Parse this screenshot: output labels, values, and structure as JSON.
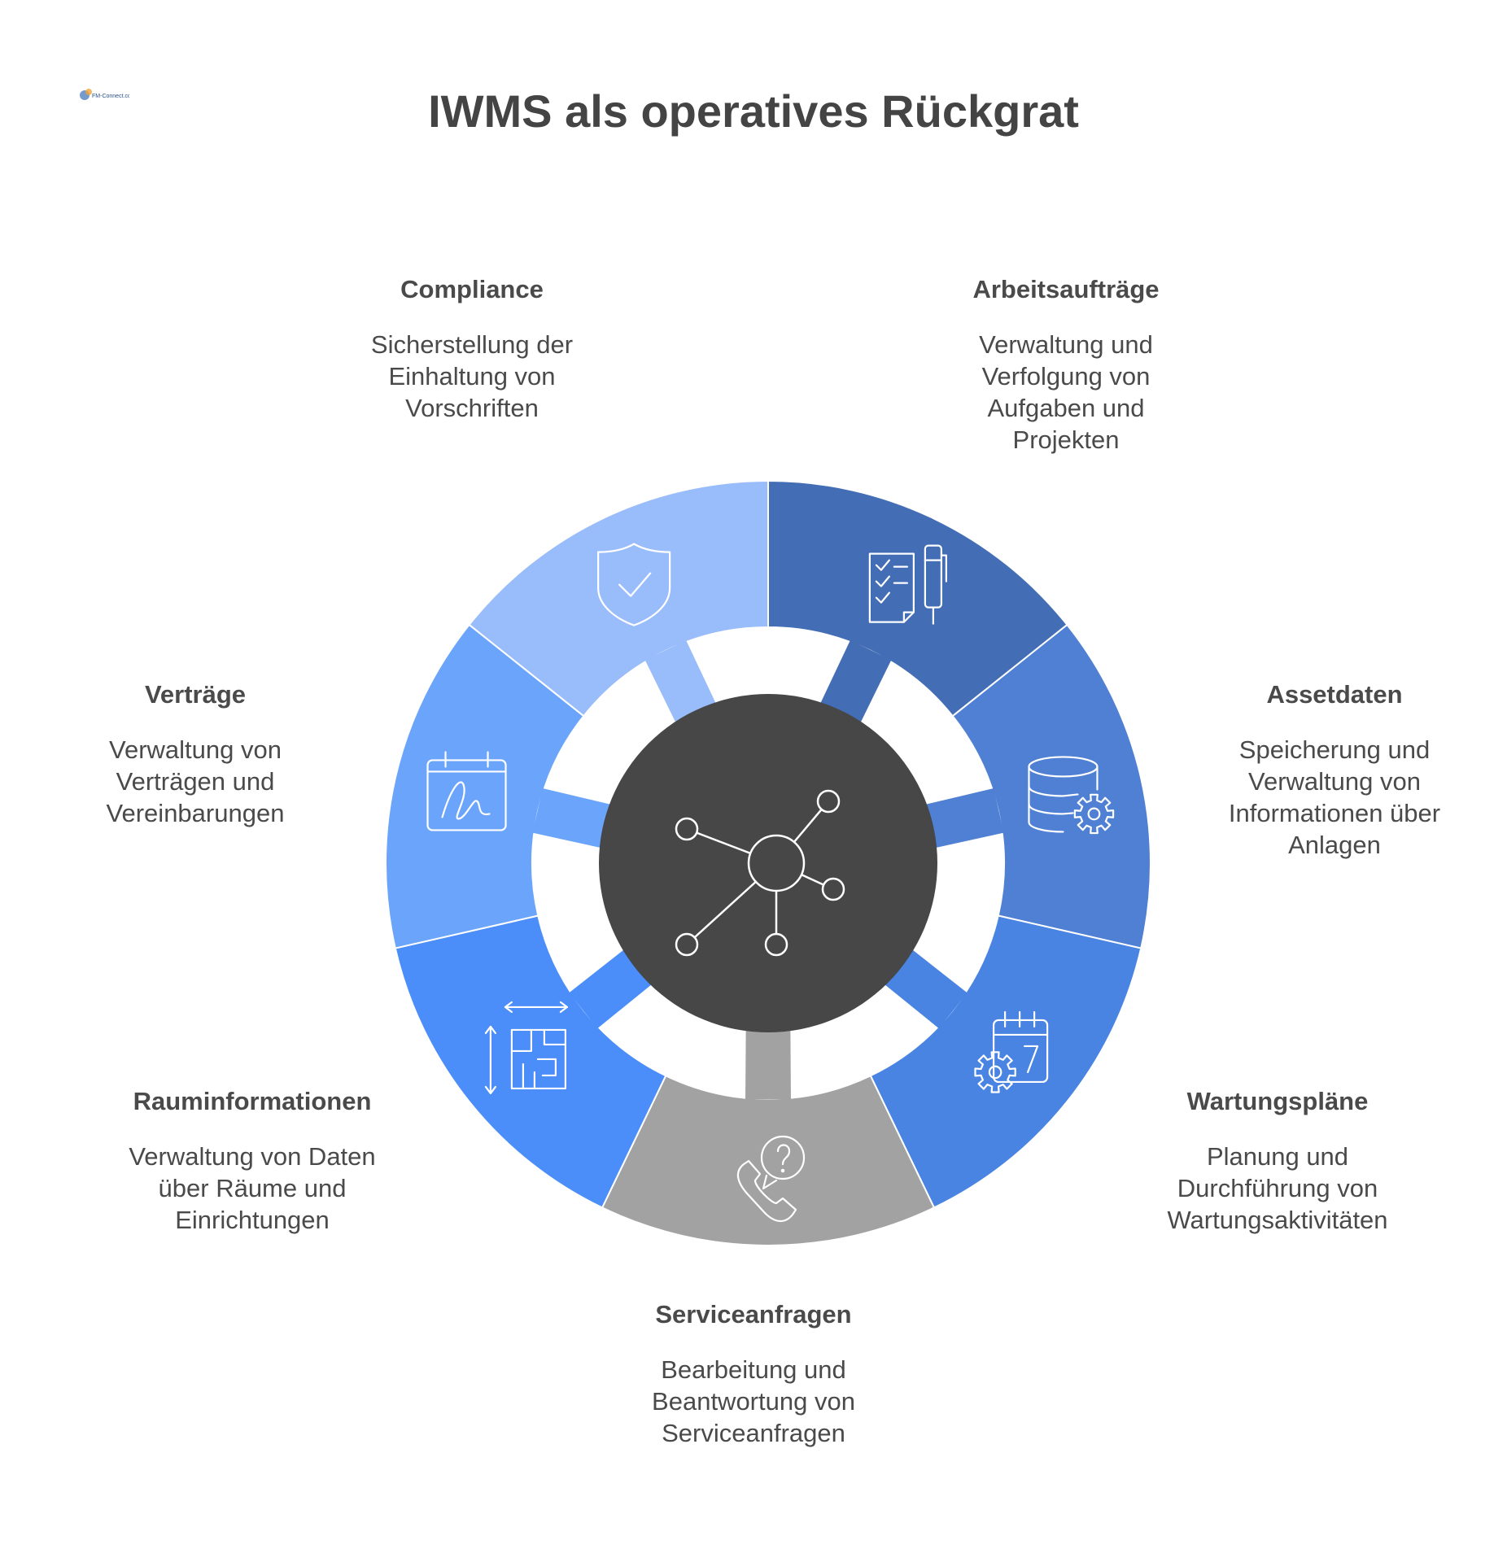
{
  "title": "IWMS als operatives Rückgrat",
  "logo_text": "FM-Connect.com",
  "center": {
    "icon": "network-hub-icon",
    "color": "#474747"
  },
  "segments": [
    {
      "key": "compliance",
      "label": "Compliance",
      "description": "Sicherstellung der\nEinhaltung von\nVorschriften",
      "icon": "shield-check-icon",
      "color": "#99BCFA"
    },
    {
      "key": "arbeitsauftraege",
      "label": "Arbeitsaufträge",
      "description": "Verwaltung und\nVerfolgung von\nAufgaben und\nProjekten",
      "icon": "checklist-pen-icon",
      "color": "#436EB6"
    },
    {
      "key": "assetdaten",
      "label": "Assetdaten",
      "description": "Speicherung und\nVerwaltung von\nInformationen über\nAnlagen",
      "icon": "database-gear-icon",
      "color": "#4F80D3"
    },
    {
      "key": "wartungsplaene",
      "label": "Wartungspläne",
      "description": "Planung und\nDurchführung von\nWartungsaktivitäten",
      "icon": "calendar-gear-icon",
      "color": "#4A84E3"
    },
    {
      "key": "serviceanfragen",
      "label": "Serviceanfragen",
      "description": "Bearbeitung und\nBeantwortung von\nServiceanfragen",
      "icon": "phone-question-icon",
      "color": "#A2A2A2"
    },
    {
      "key": "rauminformationen",
      "label": "Rauminformationen",
      "description": "Verwaltung von Daten\nüber Räume und\nEinrichtungen",
      "icon": "floor-plan-icon",
      "color": "#4B8EF9"
    },
    {
      "key": "vertraege",
      "label": "Verträge",
      "description": "Verwaltung von\nVerträgen und\nVereinbarungen",
      "icon": "contract-signature-icon",
      "color": "#6BA4FB"
    }
  ]
}
